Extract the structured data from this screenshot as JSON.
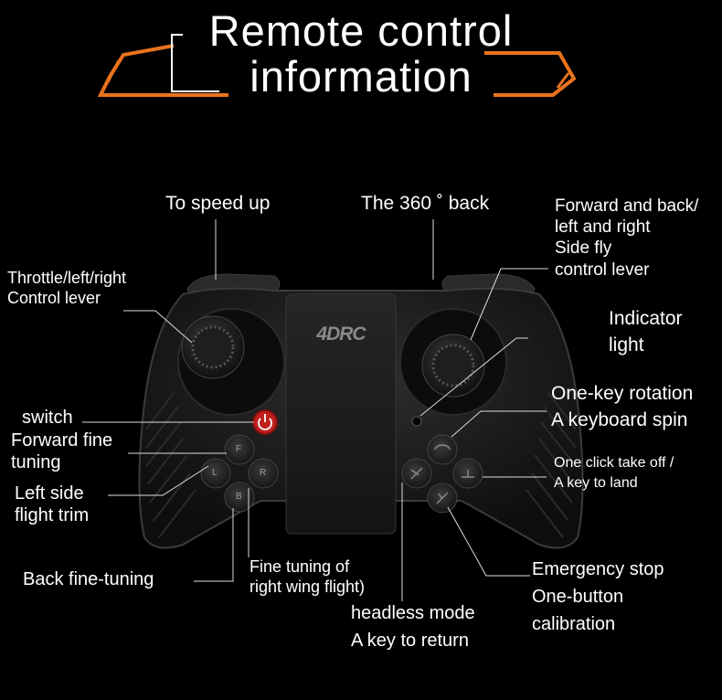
{
  "title": {
    "line1": "Remote control",
    "line2": "information"
  },
  "logo": "4DRC",
  "colors": {
    "accent": "#e8731c",
    "background": "#000000",
    "power_button": "#c0201c",
    "body": "#1c1c1c"
  },
  "labels": {
    "speed_up": "To speed up",
    "back_360": "The 360 ˚ back",
    "forward_back_lever": "Forward and back/\nleft and right\nSide fly\ncontrol lever",
    "throttle_lever": "Throttle/left/right\nControl lever",
    "indicator_light": "Indicator\nlight",
    "one_key_rotation": "One-key rotation\nA keyboard spin",
    "switch": "switch",
    "forward_fine_tuning": "Forward fine\ntuning",
    "takeoff_land": "One click take off /\nA key to land",
    "left_side_trim": "Left side\nflight trim",
    "back_fine_tuning": "Back fine-tuning",
    "right_wing_tuning": "Fine tuning of\nright wing flight)",
    "headless_mode": "headless mode\nA key to return",
    "emergency_stop": "Emergency stop\nOne-button\ncalibration"
  },
  "icons": {
    "power": "power-icon",
    "dpad_up": "F",
    "dpad_left": "L",
    "dpad_right": "R",
    "dpad_down": "B"
  }
}
